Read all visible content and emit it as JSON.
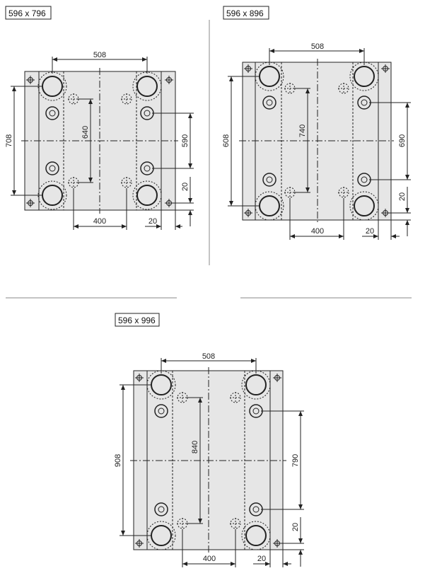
{
  "drawings": [
    {
      "title": "596 x 796",
      "dim_top": "508",
      "dim_left": "708",
      "dim_inner": "640",
      "dim_right": "590",
      "dim_right_small": "20",
      "dim_bottom_center": "400",
      "dim_bottom_right": "20"
    },
    {
      "title": "596 x 896",
      "dim_top": "508",
      "dim_left": "608",
      "dim_inner": "740",
      "dim_right": "690",
      "dim_right_small": "20",
      "dim_bottom_center": "400",
      "dim_bottom_right": "20"
    },
    {
      "title": "596 x 996",
      "dim_top": "508",
      "dim_left": "908",
      "dim_inner": "840",
      "dim_right": "790",
      "dim_right_small": "20",
      "dim_bottom_center": "400",
      "dim_bottom_right": "20"
    }
  ],
  "colors": {
    "plate": "#e6e6e6",
    "line": "#222222",
    "separator": "#888888"
  }
}
